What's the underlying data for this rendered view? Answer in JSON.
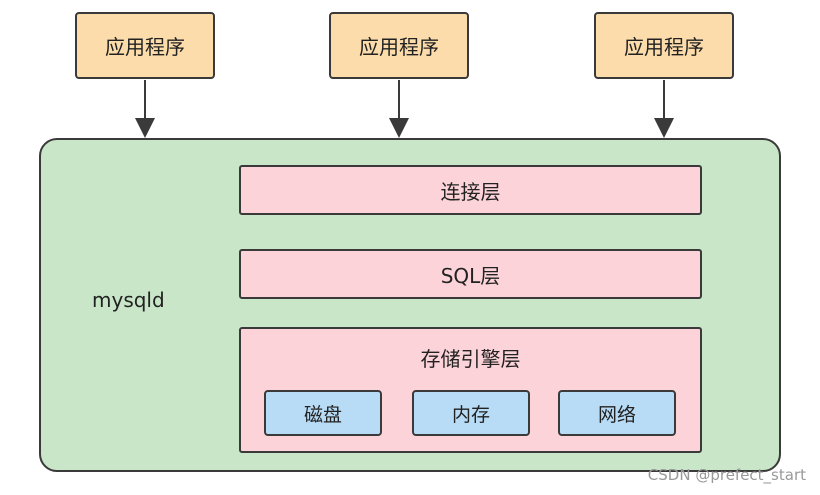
{
  "apps": [
    {
      "label": "应用程序"
    },
    {
      "label": "应用程序"
    },
    {
      "label": "应用程序"
    }
  ],
  "mysqld": {
    "label": "mysqld",
    "layers": {
      "connection": "连接层",
      "sql": "SQL层",
      "storage_engine": "存储引擎层"
    },
    "resources": [
      "磁盘",
      "内存",
      "网络"
    ]
  },
  "watermark": "CSDN @prefect_start"
}
